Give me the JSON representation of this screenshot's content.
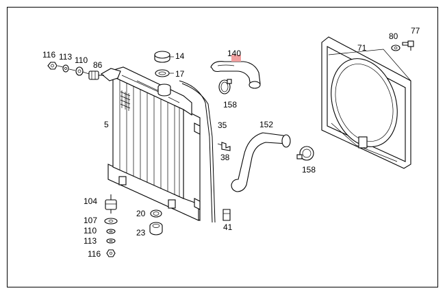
{
  "labels": {
    "p116a": "116",
    "p113a": "113",
    "p110a": "110",
    "p86": "86",
    "p14": "14",
    "p17": "17",
    "p140": "140",
    "p158a": "158",
    "p5": "5",
    "p35": "35",
    "p152": "152",
    "p38": "38",
    "p158b": "158",
    "p71": "71",
    "p80": "80",
    "p77": "77",
    "p104": "104",
    "p107": "107",
    "p110b": "110",
    "p113b": "113",
    "p116b": "116",
    "p20": "20",
    "p23": "23",
    "p41": "41"
  },
  "colors": {
    "highlight": "#f2a0a0",
    "line": "#000000",
    "background": "#ffffff"
  }
}
